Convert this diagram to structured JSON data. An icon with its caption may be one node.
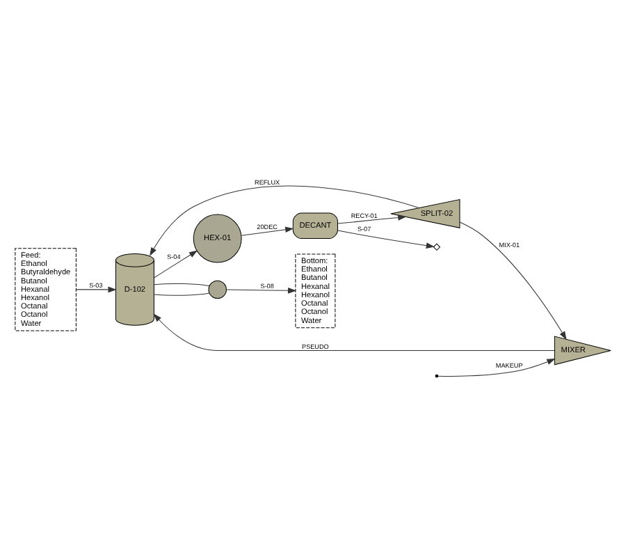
{
  "diagram": {
    "nodes": [
      {
        "text": [
          "Feed:",
          "Ethanol",
          "Butyraldehyde",
          "Butanol",
          "Hexanal",
          "Hexanol",
          "Octanal",
          "Octanol",
          "Water"
        ]
      },
      {
        "text": [
          "Bottom:",
          "Ethanol",
          "Butanol",
          "Hexanal",
          "Hexanol",
          "Octanal",
          "Octanol",
          "Water"
        ]
      },
      {
        "text": [
          "SPLIT-02"
        ]
      },
      {
        "text": [
          "D-102"
        ]
      },
      {
        "text": [
          "HEX-01"
        ]
      },
      {
        "text": [
          "DECANT"
        ]
      },
      {
        "text": [
          "MIXER"
        ]
      },
      {
        "text": [],
        "shape": "circle"
      }
    ],
    "edges": [
      {
        "from": 0,
        "to": 3,
        "arrow": "to",
        "label": "S-03"
      },
      {
        "from": null,
        "to": 6,
        "arrow": "to",
        "label": "MAKEUP"
      },
      {
        "from": 2,
        "to": 6,
        "arrow": "to",
        "label": "MIX-01"
      },
      {
        "from": 2,
        "to": 3,
        "arrow": "to",
        "label": "REFLUX"
      },
      {
        "from": 6,
        "to": 3,
        "arrow": "to",
        "label": "PSEUDO"
      },
      {
        "from": 3,
        "to": 4,
        "arrow": "to",
        "label": "S-04"
      },
      {
        "from": 4,
        "to": 5,
        "arrow": "to",
        "label": "20DEC"
      },
      {
        "from": 5,
        "to": 2,
        "arrow": "to",
        "label": "RECY-01"
      },
      {
        "from": 5,
        "to": null,
        "arrow": "to",
        "label": "S-07"
      },
      {
        "from": 3,
        "to": 7,
        "arrow": "none"
      },
      {
        "from": 7,
        "to": 3,
        "arrow": "none"
      },
      {
        "from": 7,
        "to": 1,
        "arrow": "to",
        "label": "S-08"
      }
    ]
  }
}
